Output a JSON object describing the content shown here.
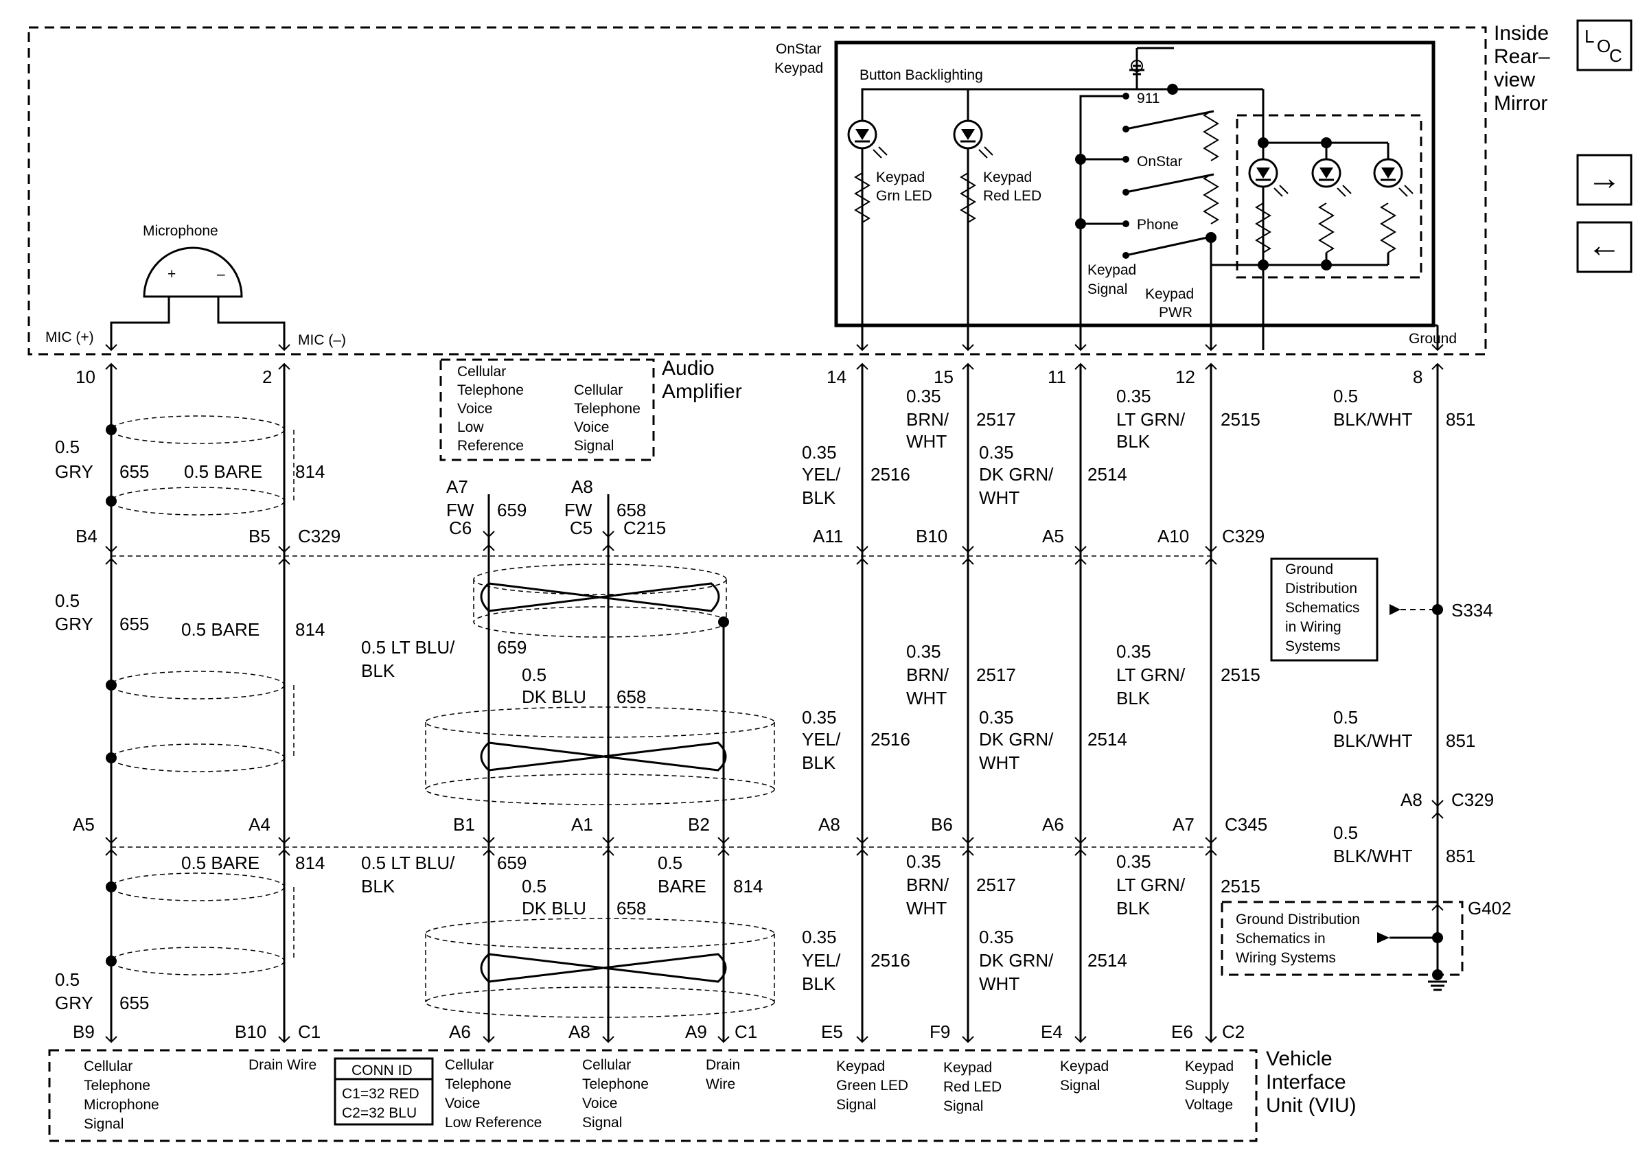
{
  "mirror": {
    "title_l1": "Inside",
    "title_l2": "Rear–",
    "title_l3": "view",
    "title_l4": "Mirror",
    "ground": "Ground"
  },
  "keypad": {
    "title_l1": "OnStar",
    "title_l2": "Keypad",
    "backlight": "Button Backlighting",
    "b911": "911",
    "bonstar": "OnStar",
    "bphone": "Phone",
    "grn_l1": "Keypad",
    "grn_l2": "Grn LED",
    "red_l1": "Keypad",
    "red_l2": "Red LED",
    "sig_l1": "Keypad",
    "sig_l2": "Signal",
    "pwr_l1": "Keypad",
    "pwr_l2": "PWR"
  },
  "microphone": {
    "title": "Microphone",
    "plus": "+",
    "minus": "–",
    "mic_pos": "MIC (+)",
    "mic_neg": "MIC (–)"
  },
  "amp": {
    "title_l1": "Audio",
    "title_l2": "Amplifier",
    "low": [
      "Cellular",
      "Telephone",
      "Voice",
      "Low",
      "Reference"
    ],
    "sig": [
      "Cellular",
      "Telephone",
      "Voice",
      "Signal"
    ]
  },
  "pins_top": {
    "p10": "10",
    "p2": "2",
    "p14": "14",
    "p15": "15",
    "p11": "11",
    "p12": "12",
    "p8": "8"
  },
  "wires": {
    "gry_size": "0.5",
    "gry": "GRY",
    "c655": "655",
    "bare": "0.5 BARE",
    "c814": "814",
    "bare_size": "0.5",
    "bare_word": "BARE",
    "ltblu_l1": "0.5 LT BLU/",
    "ltblu_l2": "BLK",
    "c659": "659",
    "dkblu_size": "0.5",
    "dkblu": "DK BLU",
    "c658": "658",
    "fw": "FW",
    "s035": "0.35",
    "yel1": "YEL/",
    "yel2": "BLK",
    "c2516": "2516",
    "brn1": "BRN/",
    "brn2": "WHT",
    "c2517": "2517",
    "dkgrn1": "DK GRN/",
    "dkgrn2": "WHT",
    "c2514": "2514",
    "ltgrn1": "LT GRN/",
    "ltgrn2": "BLK",
    "c2515": "2515",
    "s05": "0.5",
    "blkwht": "BLK/WHT",
    "c851": "851"
  },
  "conn_row1": {
    "b4": "B4",
    "b5": "B5",
    "c329": "C329",
    "a7": "A7",
    "c6": "C6",
    "a8": "A8",
    "c5": "C5",
    "c215": "C215",
    "a11": "A11",
    "b10": "B10",
    "a5": "A5",
    "a10": "A10"
  },
  "conn_row2": {
    "a5": "A5",
    "a4": "A4",
    "b1": "B1",
    "a1": "A1",
    "b2": "B2",
    "a8": "A8",
    "b6": "B6",
    "a6": "A6",
    "a7": "A7",
    "c345": "C345",
    "a8g": "A8",
    "c329": "C329"
  },
  "conn_row3": {
    "b9": "B9",
    "b10": "B10",
    "c1": "C1",
    "a6": "A6",
    "a8": "A8",
    "a9": "A9",
    "c1b": "C1",
    "e5": "E5",
    "f9": "F9",
    "e4": "E4",
    "e6": "E6",
    "c2": "C2"
  },
  "ground": {
    "s334": "S334",
    "g402": "G402",
    "box1": [
      "Ground",
      "Distribution",
      "Schematics",
      "in Wiring",
      "Systems"
    ],
    "box2": [
      "Ground Distribution",
      "Schematics in",
      "Wiring Systems"
    ]
  },
  "viu": {
    "title": [
      "Vehicle",
      "Interface",
      "Unit (VIU)"
    ],
    "mic": [
      "Cellular",
      "Telephone",
      "Microphone",
      "Signal"
    ],
    "drain1": "Drain Wire",
    "connid": "CONN ID",
    "c1": "C1=32 RED",
    "c2": "C2=32 BLU",
    "low": [
      "Cellular",
      "Telephone",
      "Voice",
      "Low Reference"
    ],
    "sig": [
      "Cellular",
      "Telephone",
      "Voice",
      "Signal"
    ],
    "drain2": [
      "Drain",
      "Wire"
    ],
    "grn": [
      "Keypad",
      "Green LED",
      "Signal"
    ],
    "red": [
      "Keypad",
      "Red LED",
      "Signal"
    ],
    "ksig": [
      "Keypad",
      "Signal"
    ],
    "sup": [
      "Keypad",
      "Supply",
      "Voltage"
    ]
  },
  "nav": {
    "loc_l": "L",
    "loc_o": "O",
    "loc_c": "C",
    "next": "→",
    "prev": "←"
  }
}
